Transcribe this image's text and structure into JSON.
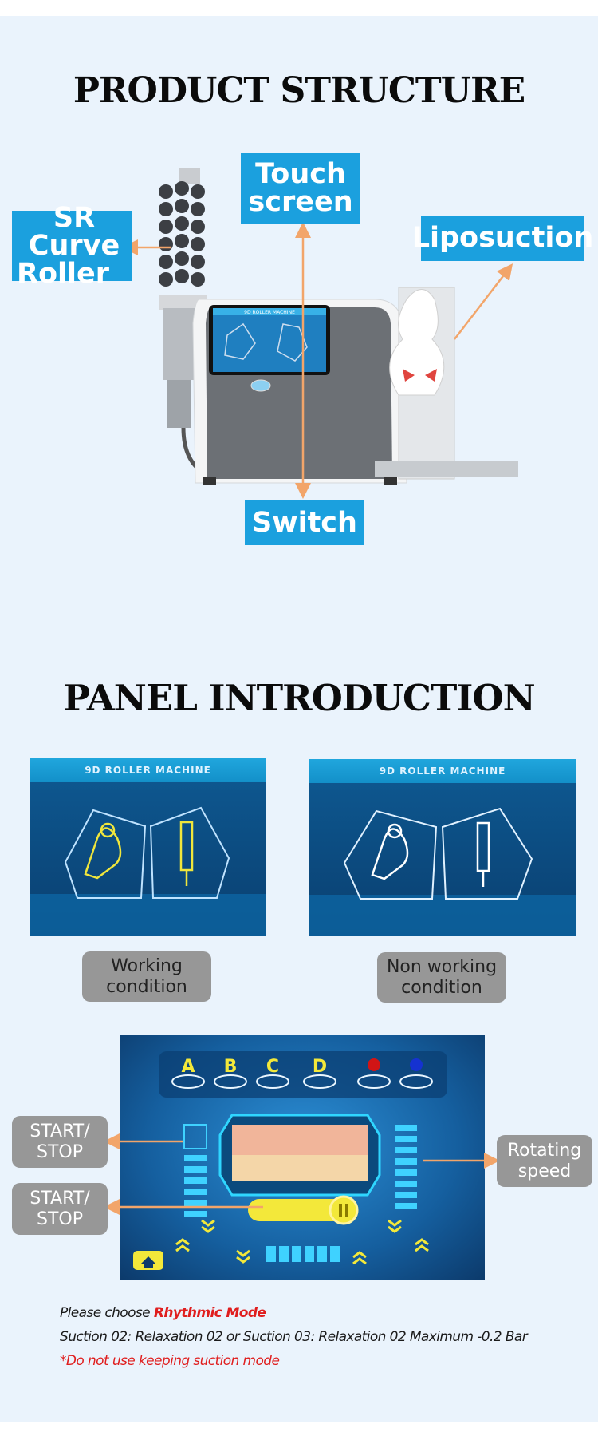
{
  "structure": {
    "title": "PRODUCT STRUCTURE",
    "labels": {
      "touch_screen": [
        "Touch",
        "screen"
      ],
      "sr_roller": [
        "SR Curve",
        "Roller"
      ],
      "liposuction": "Liposuction",
      "switch": "Switch"
    },
    "device_screen_text": "9D ROLLER MACHINE"
  },
  "panel": {
    "title": "PANEL INTRODUCTION",
    "screen_header": "9D ROLLER MACHINE",
    "working": [
      "Working",
      "condition"
    ],
    "non_working": [
      "Non working",
      "condition"
    ],
    "modes": [
      "A",
      "B",
      "C",
      "D"
    ],
    "start_stop_1": [
      "START/",
      "STOP"
    ],
    "start_stop_2": [
      "START/",
      "STOP"
    ],
    "rotating_speed": [
      "Rotating",
      "speed"
    ]
  },
  "notes": {
    "line1_prefix": "Please choose ",
    "line1_highlight": "Rhythmic Mode",
    "line2": "Suction 02: Relaxation 02 or  Suction 03: Relaxation 02 Maximum -0.2 Bar",
    "line3": "*Do not use keeping suction mode"
  },
  "colors": {
    "label_blue": "#1ba0de",
    "label_gray": "#979797",
    "arrow_orange": "#f2a56a",
    "warning_red": "#e01e1e"
  }
}
